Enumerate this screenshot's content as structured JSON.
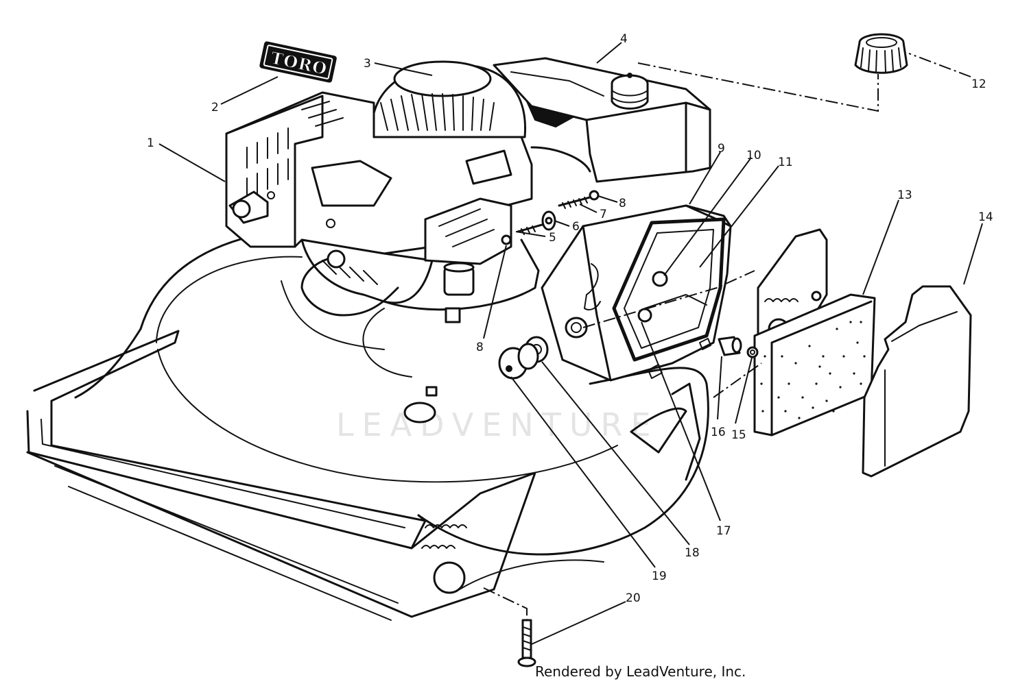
{
  "logo_text": "TORO",
  "watermark_text": "LEADVENTURE",
  "credit_text": "Rendered by LeadVenture, Inc.",
  "callouts": [
    {
      "label": "1"
    },
    {
      "label": "2"
    },
    {
      "label": "3"
    },
    {
      "label": "4"
    },
    {
      "label": "5"
    },
    {
      "label": "6"
    },
    {
      "label": "7"
    },
    {
      "label": "8"
    },
    {
      "label": "8"
    },
    {
      "label": "9"
    },
    {
      "label": "10"
    },
    {
      "label": "11"
    },
    {
      "label": "12"
    },
    {
      "label": "13"
    },
    {
      "label": "14"
    },
    {
      "label": "15"
    },
    {
      "label": "16"
    },
    {
      "label": "17"
    },
    {
      "label": "18"
    },
    {
      "label": "19"
    },
    {
      "label": "20"
    }
  ]
}
